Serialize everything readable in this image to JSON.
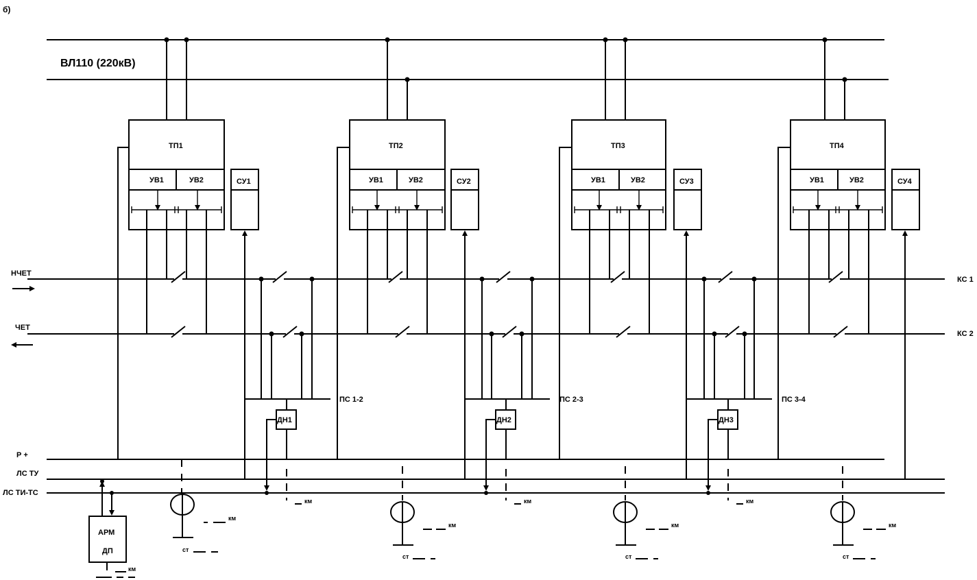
{
  "figure": {
    "label": "б)",
    "line_label": "ВЛ110 (220кВ)"
  },
  "tracks": {
    "odd": "НЧЕТ",
    "even": "ЧЕТ",
    "ks1": "КС 1",
    "ks2": "КС 2"
  },
  "buses": {
    "power": "Р +",
    "ls_tu": "ЛС ТУ",
    "ls_ti_ts": "ЛС ТИ-ТС"
  },
  "substations": [
    {
      "tp": "ТП1",
      "uv1": "УВ1",
      "uv2": "УВ2",
      "su": "СУ1"
    },
    {
      "tp": "ТП2",
      "uv1": "УВ1",
      "uv2": "УВ2",
      "su": "СУ2"
    },
    {
      "tp": "ТП3",
      "uv1": "УВ1",
      "uv2": "УВ2",
      "su": "СУ3"
    },
    {
      "tp": "ТП4",
      "uv1": "УВ1",
      "uv2": "УВ2",
      "su": "СУ4"
    }
  ],
  "sectioning_posts": [
    {
      "ps": "ПС 1-2",
      "dn": "ДН1"
    },
    {
      "ps": "ПС 2-3",
      "dn": "ДН2"
    },
    {
      "ps": "ПС 3-4",
      "dn": "ДН3"
    }
  ],
  "km_label": "км",
  "st_label": "ст",
  "arm": {
    "line1": "АРМ",
    "line2": "ДП"
  }
}
